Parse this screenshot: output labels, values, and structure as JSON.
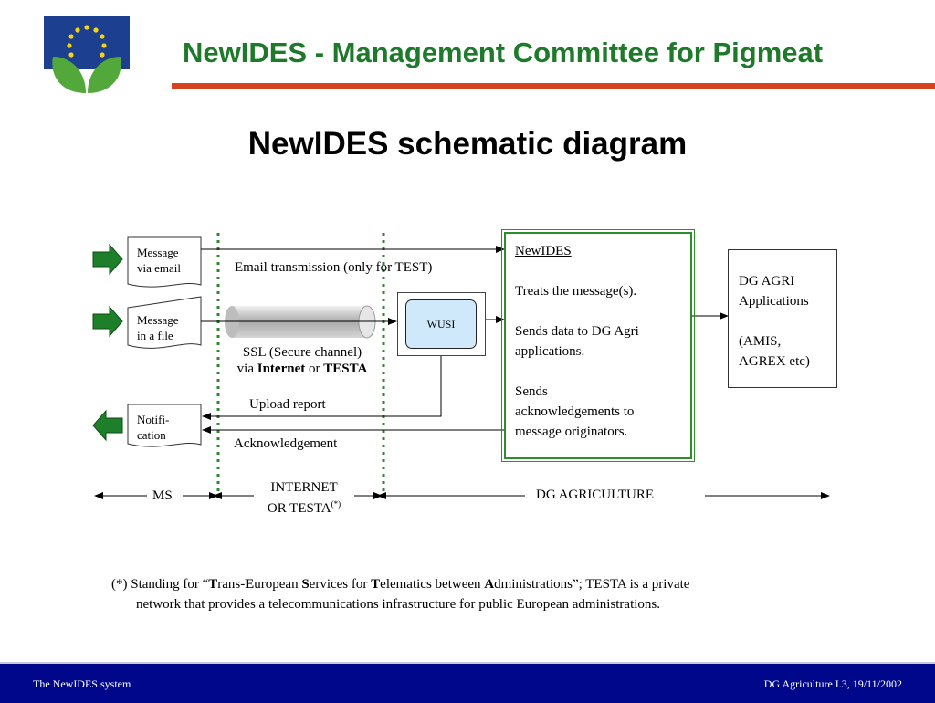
{
  "header": {
    "title": "NewIDES - Management Committee for Pigmeat"
  },
  "slide": {
    "title": "NewIDES schematic diagram"
  },
  "inputs": {
    "message_email": [
      "Message",
      "via email"
    ],
    "message_file": [
      "Message",
      "in a file"
    ],
    "notification": [
      "Notifi-",
      "cation"
    ]
  },
  "channels": {
    "email_transmission": "Email transmission (only for TEST)",
    "ssl_line1": "SSL (Secure channel)",
    "ssl_via": "via",
    "ssl_internet": "Internet",
    "ssl_or": "or",
    "ssl_testa": "TESTA",
    "upload_report": "Upload report",
    "acknowledgement": "Acknowledgement"
  },
  "wusi": {
    "label": "WUSI"
  },
  "newides_box": {
    "title": "NewIDES",
    "line1": "Treats the message(s).",
    "line2a": "Sends data to DG Agri",
    "line2b": "applications.",
    "line3a": "Sends",
    "line3b": "acknowledgements to",
    "line3c": "message originators."
  },
  "dg_box": {
    "line1": "DG AGRI",
    "line2": "Applications",
    "line3": "(AMIS,",
    "line4": "AGREX etc)"
  },
  "zones": {
    "ms": "MS",
    "internet_line1": "INTERNET",
    "internet_line2": "OR TESTA",
    "internet_sup": "(*)",
    "dg_agriculture": "DG AGRICULTURE"
  },
  "footnote": {
    "p1": "(*) Standing for “",
    "b1": "T",
    "p2": "rans-",
    "b2": "E",
    "p3": "uropean ",
    "b3": "S",
    "p4": "ervices for ",
    "b4": "T",
    "p5": "elematics between ",
    "b5": "A",
    "p6": "dministrations”; TESTA is a private",
    "line2": "network that provides a telecommunications infrastructure for public European administrations."
  },
  "footer": {
    "left": "The NewIDES system",
    "right": "DG Agriculture I.3, 19/11/2002"
  },
  "colors": {
    "header_green": "#1e7a2a",
    "accent_red": "#d8431f",
    "footer_blue": "#00078a",
    "wusi_fill": "#cfe9fb",
    "arrow_green": "#1e7f2a"
  }
}
